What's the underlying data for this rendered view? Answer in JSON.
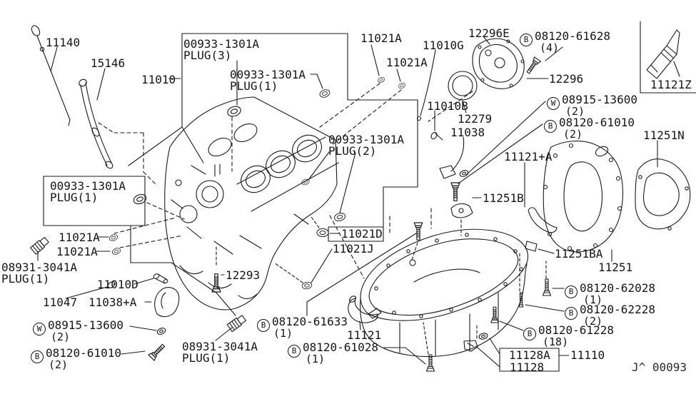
{
  "parts": {
    "p11140": "11140",
    "p15146": "15146",
    "p11010": "11010",
    "p11021A": "11021A",
    "p11010G": "11010G",
    "p12296E": "12296E",
    "p12296": "12296",
    "p11121Z": "11121Z",
    "p11010B": "11010B",
    "p12279": "12279",
    "p11038": "11038",
    "p11251N": "11251N",
    "p11021D": "11021D",
    "p11021J": "11021J",
    "p11121pA": "11121+A",
    "p11251B": "11251B",
    "p11251BA": "11251BA",
    "p11251": "11251",
    "p11010D": "11010D",
    "p11047": "11047",
    "p11038pA": "11038+A",
    "p12293": "12293",
    "p11121": "11121",
    "p11128A": "11128A",
    "p11110": "11110",
    "p11128": "11128"
  },
  "plugs": {
    "p00933": "00933-1301A",
    "plug3": "PLUG(3)",
    "plug1": "PLUG(1)",
    "plug2": "PLUG(2)",
    "p08931": "08931-3041A"
  },
  "fasteners": {
    "b61628": {
      "prefix": "B",
      "num": "08120-61628",
      "qty": "(4)"
    },
    "w13600t": {
      "prefix": "W",
      "num": "08915-13600",
      "qty": "(2)"
    },
    "b61010t": {
      "prefix": "B",
      "num": "08120-61010",
      "qty": "(2)"
    },
    "w13600b": {
      "prefix": "W",
      "num": "08915-13600",
      "qty": "(2)"
    },
    "b61010b": {
      "prefix": "B",
      "num": "08120-61010",
      "qty": "(2)"
    },
    "b61633": {
      "prefix": "B",
      "num": "08120-61633",
      "qty": "(1)"
    },
    "b61028": {
      "prefix": "B",
      "num": "08120-61028",
      "qty": "(1)"
    },
    "b62028": {
      "prefix": "B",
      "num": "08120-62028",
      "qty": "(1)"
    },
    "b62228": {
      "prefix": "B",
      "num": "08120-62228",
      "qty": "(2)"
    },
    "b61228": {
      "prefix": "B",
      "num": "08120-61228",
      "qty": "(18)"
    }
  },
  "footer": {
    "code": "J^ 00093"
  }
}
